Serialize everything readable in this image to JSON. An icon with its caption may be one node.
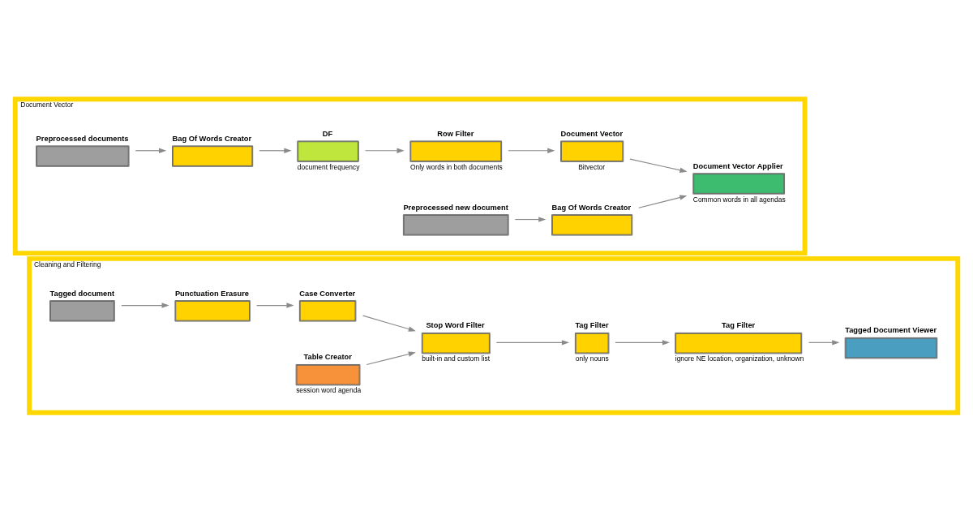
{
  "diagram": {
    "nodes": [
      {
        "text": [
          "Cleaning and Filtering"
        ]
      },
      {
        "text": [
          "Tagged document"
        ],
        "in": 0
      },
      {
        "text": [
          "Punctuation Erasure"
        ],
        "in": 0
      },
      {
        "text": [
          "Case Converter"
        ],
        "in": 0
      },
      {
        "text": [
          "Stop Word Filter"
        ],
        "in": 0,
        "beside": [
          "built-in and custom list"
        ]
      },
      {
        "text": [
          "Table Creator"
        ],
        "in": 0,
        "beside": [
          "session word agenda"
        ]
      },
      {
        "text": [
          "Tag Filter"
        ],
        "in": 0,
        "beside": [
          "only nouns"
        ]
      },
      {
        "text": [
          "Tag Filter"
        ],
        "in": 0,
        "beside": [
          "ignore NE location, organization, unknown"
        ]
      },
      {
        "text": [
          "Tagged Document Viewer"
        ],
        "in": 0
      },
      {
        "text": [
          "Document Vector"
        ]
      },
      {
        "text": [
          "Preprocessed documents"
        ],
        "in": 9
      },
      {
        "text": [
          "Bag Of Words Creator"
        ],
        "in": 9
      },
      {
        "text": [
          "DF"
        ],
        "in": 9,
        "beside": [
          "document frequency"
        ]
      },
      {
        "text": [
          "Row Filter"
        ],
        "in": 9,
        "beside": [
          "Only words in both documents"
        ]
      },
      {
        "text": [
          "Document Vector"
        ],
        "in": 9,
        "beside": [
          "Bitvector"
        ]
      },
      {
        "text": [
          "Preprocessed new document"
        ],
        "in": 9
      },
      {
        "text": [
          "Bag Of Words Creator"
        ],
        "in": 9
      },
      {
        "text": [
          "Document Vector Applier"
        ],
        "in": 9,
        "beside": [
          "Common words in all agendas"
        ]
      }
    ],
    "edges": [
      {
        "from": 1,
        "to": 2,
        "arrow": "to"
      },
      {
        "from": 2,
        "to": 3,
        "arrow": "to"
      },
      {
        "from": 3,
        "to": 4,
        "arrow": "to"
      },
      {
        "from": 5,
        "to": 4,
        "arrow": "to"
      },
      {
        "from": 4,
        "to": 6,
        "arrow": "to"
      },
      {
        "from": 6,
        "to": 7,
        "arrow": "to"
      },
      {
        "from": 7,
        "to": 8,
        "arrow": "to"
      },
      {
        "from": 10,
        "to": 11,
        "arrow": "to"
      },
      {
        "from": 11,
        "to": 12,
        "arrow": "to"
      },
      {
        "from": 12,
        "to": 13,
        "arrow": "to"
      },
      {
        "from": 13,
        "to": 14,
        "arrow": "to"
      },
      {
        "from": 14,
        "to": 17,
        "arrow": "to"
      },
      {
        "from": 15,
        "to": 16,
        "arrow": "to"
      },
      {
        "from": 16,
        "to": 17,
        "arrow": "to"
      }
    ]
  }
}
